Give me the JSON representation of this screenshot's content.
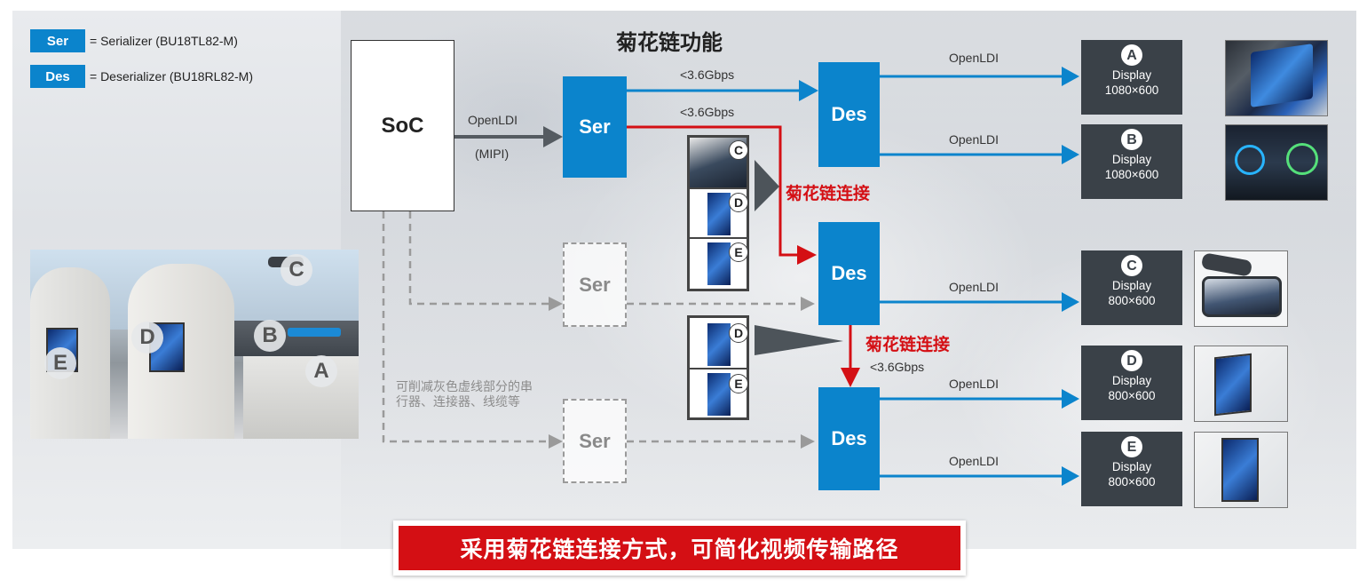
{
  "title": "菊花链功能",
  "legend": [
    {
      "badge": "Ser",
      "text": "= Serializer (BU18TL82-M)"
    },
    {
      "badge": "Des",
      "text": "= Deserializer (BU18RL82-M)"
    }
  ],
  "soc": {
    "label": "SoC"
  },
  "soc_link": {
    "top": "OpenLDI",
    "bottom": "(MIPI)"
  },
  "ser_main": "Ser",
  "ser_ghost": [
    "Ser",
    "Ser"
  ],
  "des": [
    "Des",
    "Des",
    "Des"
  ],
  "bandwidth": [
    "<3.6Gbps",
    "<3.6Gbps",
    "<3.6Gbps"
  ],
  "daisy_label": "菊花链连接",
  "openldi": "OpenLDI",
  "note": "可削减灰色虚线部分的串行器、连接器、线缆等",
  "displays": [
    {
      "id": "A",
      "label": "Display",
      "res": "1080×600"
    },
    {
      "id": "B",
      "label": "Display",
      "res": "1080×600"
    },
    {
      "id": "C",
      "label": "Display",
      "res": "800×600"
    },
    {
      "id": "D",
      "label": "Display",
      "res": "800×600"
    },
    {
      "id": "E",
      "label": "Display",
      "res": "800×600"
    }
  ],
  "mini_labels": [
    "C",
    "D",
    "E",
    "D",
    "E"
  ],
  "photo_labels": [
    "C",
    "B",
    "D",
    "E",
    "A"
  ],
  "banner": "采用菊花链连接方式，可简化视频传输路径",
  "colors": {
    "blue": "#0b84cc",
    "red": "#d40f14",
    "dark": "#3a4148",
    "gray": "#9a9a9a"
  }
}
